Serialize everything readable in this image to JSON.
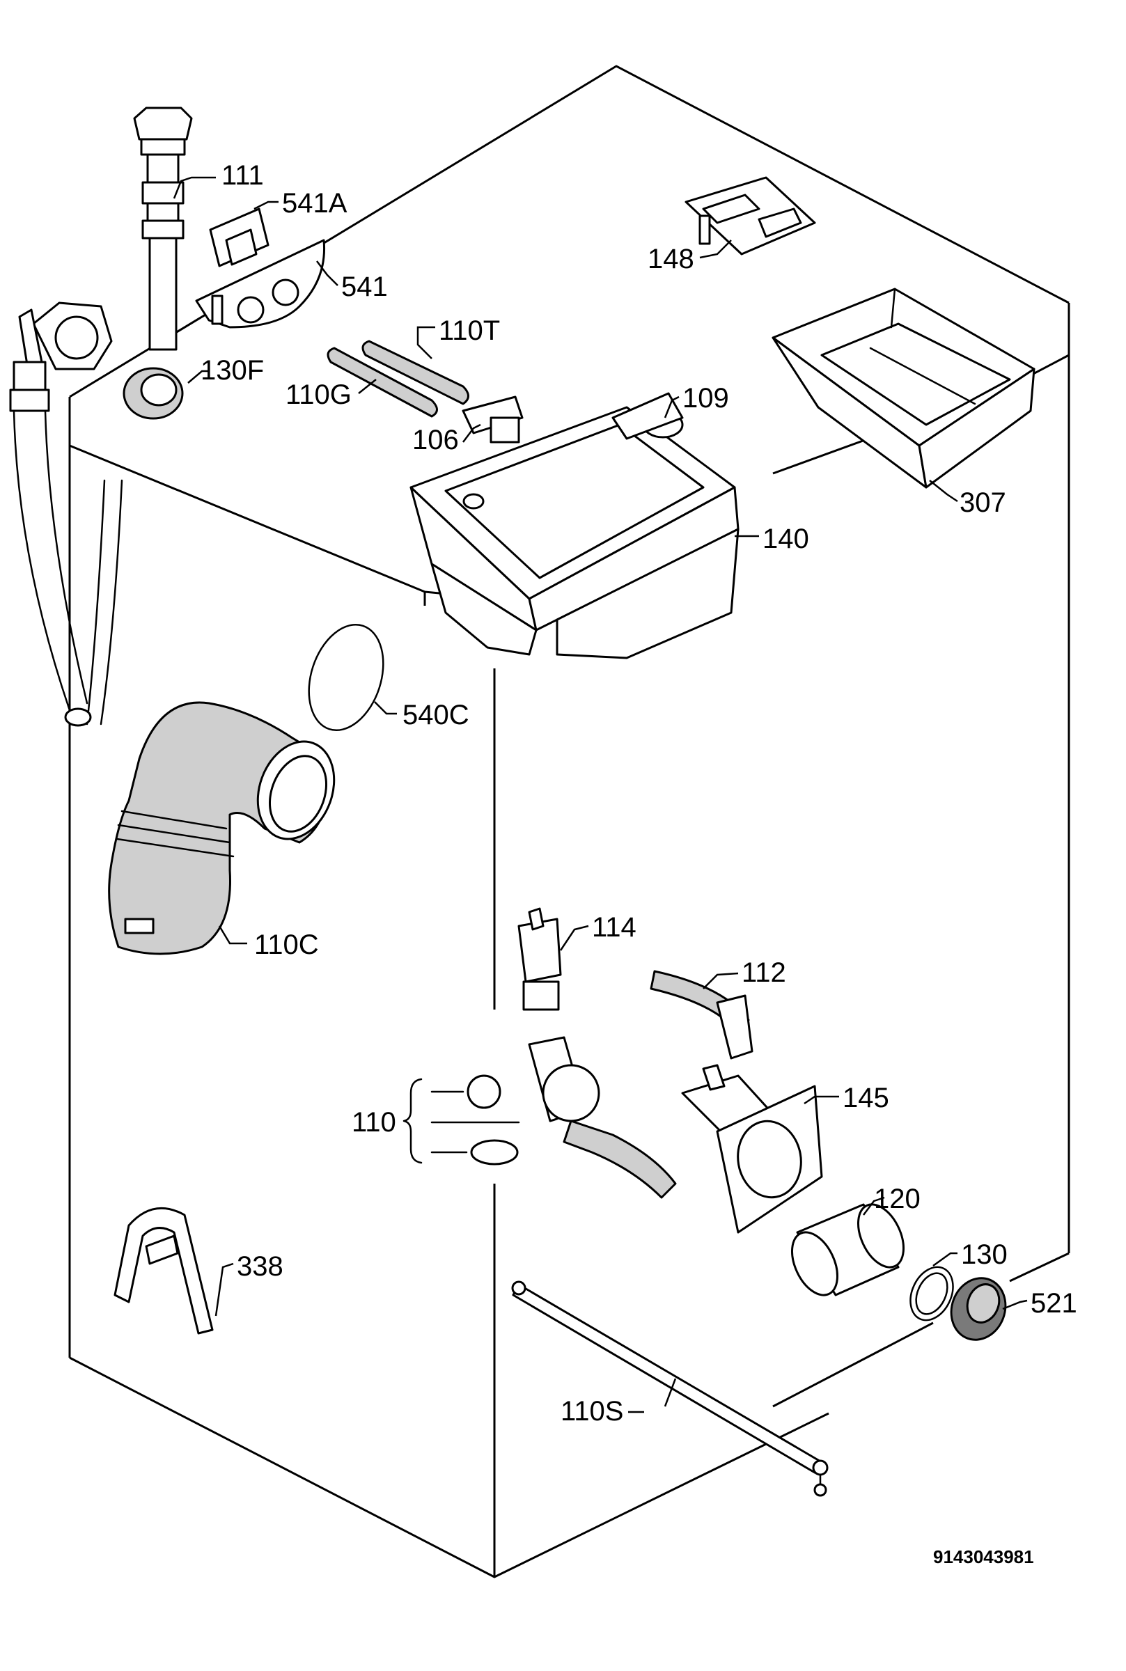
{
  "diagram_code": "9143043981",
  "labels": {
    "p111": "111",
    "p541A": "541A",
    "p541": "541",
    "p148": "148",
    "p110T": "110T",
    "p130F": "130F",
    "p110G": "110G",
    "p109": "109",
    "p106": "106",
    "p307": "307",
    "p140": "140",
    "p540C": "540C",
    "p110C": "110C",
    "p114": "114",
    "p112": "112",
    "p145": "145",
    "p110": "110",
    "p120": "120",
    "p130": "130",
    "p521": "521",
    "p338": "338",
    "p110S": "110S"
  }
}
